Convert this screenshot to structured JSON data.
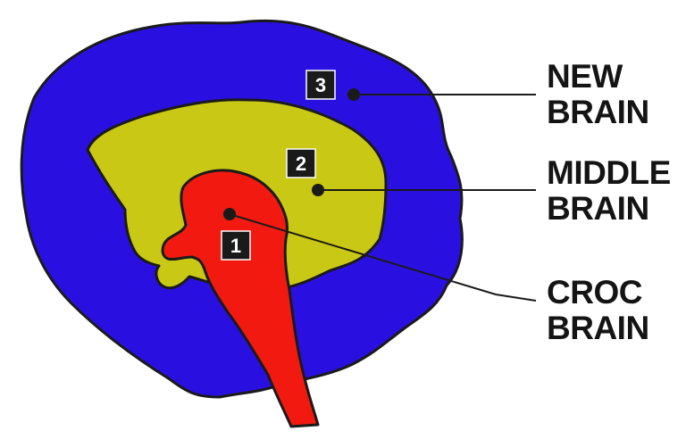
{
  "diagram": {
    "regions": [
      {
        "id": "new",
        "number": "3",
        "label_line1": "NEW",
        "label_line2": "BRAIN",
        "color": "#2a10e0"
      },
      {
        "id": "middle",
        "number": "2",
        "label_line1": "MIDDLE",
        "label_line2": "BRAIN",
        "color": "#c9c814"
      },
      {
        "id": "croc",
        "number": "1",
        "label_line1": "CROC",
        "label_line2": "BRAIN",
        "color": "#f21a10"
      }
    ]
  }
}
